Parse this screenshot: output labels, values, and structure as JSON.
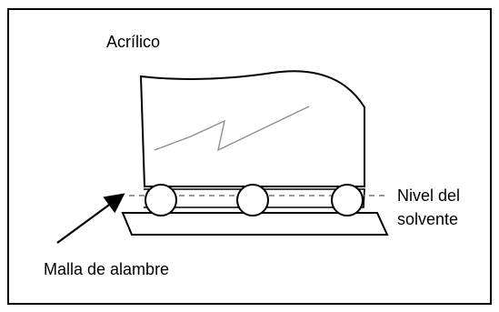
{
  "labels": {
    "acrylic": "Acrílico",
    "solvent_line1": "Nivel del",
    "solvent_line2": "solvente",
    "mesh": "Malla de alambre"
  },
  "colors": {
    "stroke": "#000000",
    "dashed": "#777777",
    "background": "#ffffff"
  }
}
